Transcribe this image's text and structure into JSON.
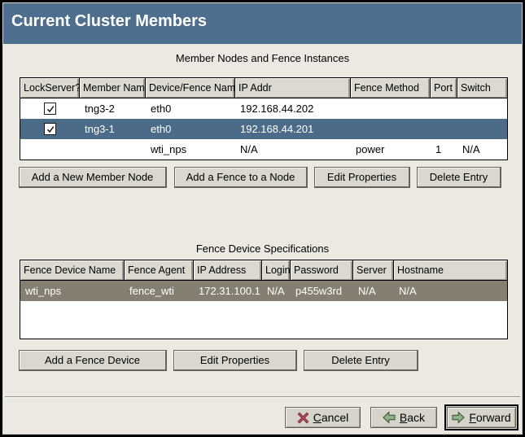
{
  "window": {
    "title": "Current Cluster Members"
  },
  "colors": {
    "titlebar_bg": "#4e6e8e",
    "body_bg": "#ece9e2",
    "selected_member_row_bg": "#4c6b89",
    "selected_fence_row_bg": "#857f72",
    "cancel_icon_red": "#b2485a",
    "arrow_icon_green": "#8fb287"
  },
  "members_section": {
    "label": "Member Nodes and Fence Instances",
    "columns": [
      "LockServer?",
      "Member Name",
      "Device/Fence Name",
      "IP Addr",
      "Fence Method",
      "Port",
      "Switch"
    ],
    "rows": [
      {
        "lockserver": true,
        "selected": false,
        "member_name": "tng3-2",
        "device_fence_name": "eth0",
        "ip_addr": "192.168.44.202",
        "fence_method": "",
        "port": "",
        "switch": ""
      },
      {
        "lockserver": true,
        "selected": true,
        "member_name": "tng3-1",
        "device_fence_name": "eth0",
        "ip_addr": "192.168.44.201",
        "fence_method": "",
        "port": "",
        "switch": ""
      },
      {
        "lockserver": null,
        "selected": false,
        "member_name": "",
        "device_fence_name": "wti_nps",
        "ip_addr": "N/A",
        "fence_method": "power",
        "port": "1",
        "switch": "N/A"
      }
    ],
    "buttons": [
      "Add a New Member Node",
      "Add a Fence to a Node",
      "Edit Properties",
      "Delete Entry"
    ]
  },
  "fence_section": {
    "label": "Fence Device Specifications",
    "columns": [
      "Fence Device Name",
      "Fence Agent",
      "IP Address",
      "Login",
      "Password",
      "Server",
      "Hostname"
    ],
    "rows": [
      {
        "selected": true,
        "fence_device_name": "wti_nps",
        "fence_agent": "fence_wti",
        "ip_address": "172.31.100.1",
        "login": "N/A",
        "password": "p455w3rd",
        "server": "N/A",
        "hostname": "N/A"
      }
    ],
    "buttons": [
      "Add a Fence Device",
      "Edit Properties",
      "Delete Entry"
    ]
  },
  "footer": {
    "cancel": {
      "first": "C",
      "rest": "ancel"
    },
    "back": {
      "first": "B",
      "rest": "ack"
    },
    "forward": {
      "first": "F",
      "rest": "orward"
    }
  }
}
